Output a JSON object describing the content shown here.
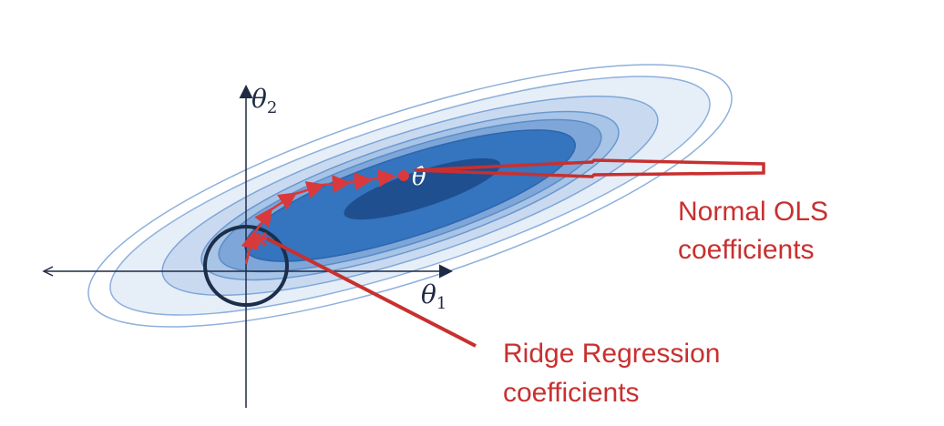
{
  "axes": {
    "x_label": "θ",
    "x_subscript": "1",
    "y_label": "θ",
    "y_subscript": "2"
  },
  "estimate_symbol": "θ̂",
  "annotations": {
    "ols_line1": "Normal OLS",
    "ols_line2": "coefficients",
    "ridge_line1": "Ridge Regression",
    "ridge_line2": "coefficients"
  },
  "colors": {
    "contour_outer": "#e6eef8",
    "contour_2": "#c9daf0",
    "contour_3": "#a8c4e6",
    "contour_4": "#7ea6d8",
    "contour_core": "#3574bf",
    "contour_center": "#1f4f8f",
    "axis": "#1f2a44",
    "constraint_circle": "#1c2e4a",
    "annotation_red": "#c8302f"
  }
}
